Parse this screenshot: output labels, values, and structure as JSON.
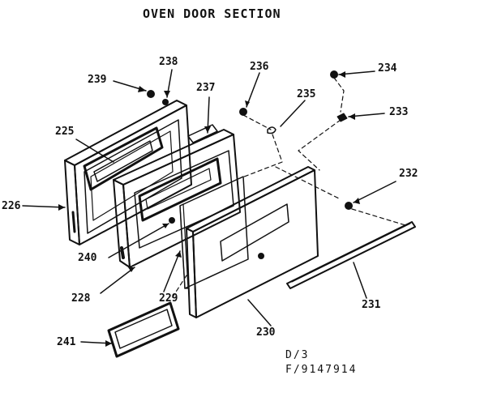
{
  "title": "OVEN DOOR SECTION",
  "labels": {
    "p226": "226",
    "p225": "225",
    "p239": "239",
    "p238": "238",
    "p237": "237",
    "p236": "236",
    "p235": "235",
    "p234": "234",
    "p233": "233",
    "p232": "232",
    "p240": "240",
    "p228": "228",
    "p229": "229",
    "p230": "230",
    "p231": "231",
    "p241": "241"
  },
  "reference": {
    "line1": "D/3",
    "line2": "F/9147914"
  }
}
